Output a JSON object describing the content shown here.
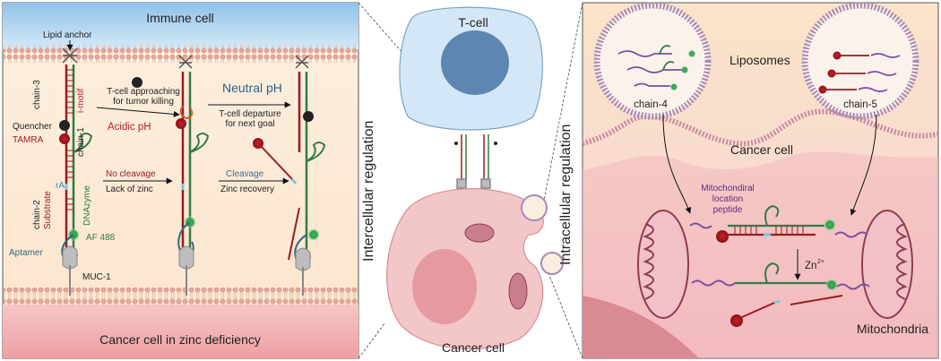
{
  "left_panel": {
    "top_label": "Immune cell",
    "bottom_label": "Cancer cell in zinc deficiency",
    "lipid_anchor": "Lipid anchor",
    "chain3": "chain-3",
    "imotif": "i-motif",
    "chain1": "chain-1",
    "quencher": "Quencher",
    "tamra": "TAMRA",
    "rA": "rA",
    "chain2": "chain-2",
    "substrate": "Substrate",
    "dnazyme": "DNAzyme",
    "af488": "AF 488",
    "aptamer": "Aptamer",
    "muc1": "MUC-1",
    "approach_line1": "T-cell approaching",
    "approach_line2": "for tumor killing",
    "acidic_ph": "Acidic pH",
    "neutral_ph": "Neutral pH",
    "departure_line1": "T-cell departure",
    "departure_line2": "for next goal",
    "no_cleavage": "No cleavage",
    "lack_zinc": "Lack of zinc",
    "cleavage": "Cleavage",
    "zinc_recovery": "Zinc recovery"
  },
  "middle_panel": {
    "tcell_label": "T-cell",
    "cancer_label": "Cancer cell",
    "inter_label": "Intercellular regulation"
  },
  "right_panel": {
    "intra_label": "Intracellular regulation",
    "liposomes": "Liposomes",
    "chain4": "chain-4",
    "chain5": "chain-5",
    "cancer_cell": "Cancer cell",
    "mito_line1": "Mitochondiral",
    "mito_line2": "location",
    "mito_line3": "peptide",
    "zn": "Zn",
    "zn_sup": "2+",
    "mitochondria": "Mitochondria"
  },
  "colors": {
    "immune_blue": "#9cc8ec",
    "cancer_pink": "#f1a9ae",
    "dna_red": "#9b1b1f",
    "dna_green": "#2f7d47",
    "ph_acid": "#b41f24",
    "ph_neutral": "#2c5f8a"
  }
}
